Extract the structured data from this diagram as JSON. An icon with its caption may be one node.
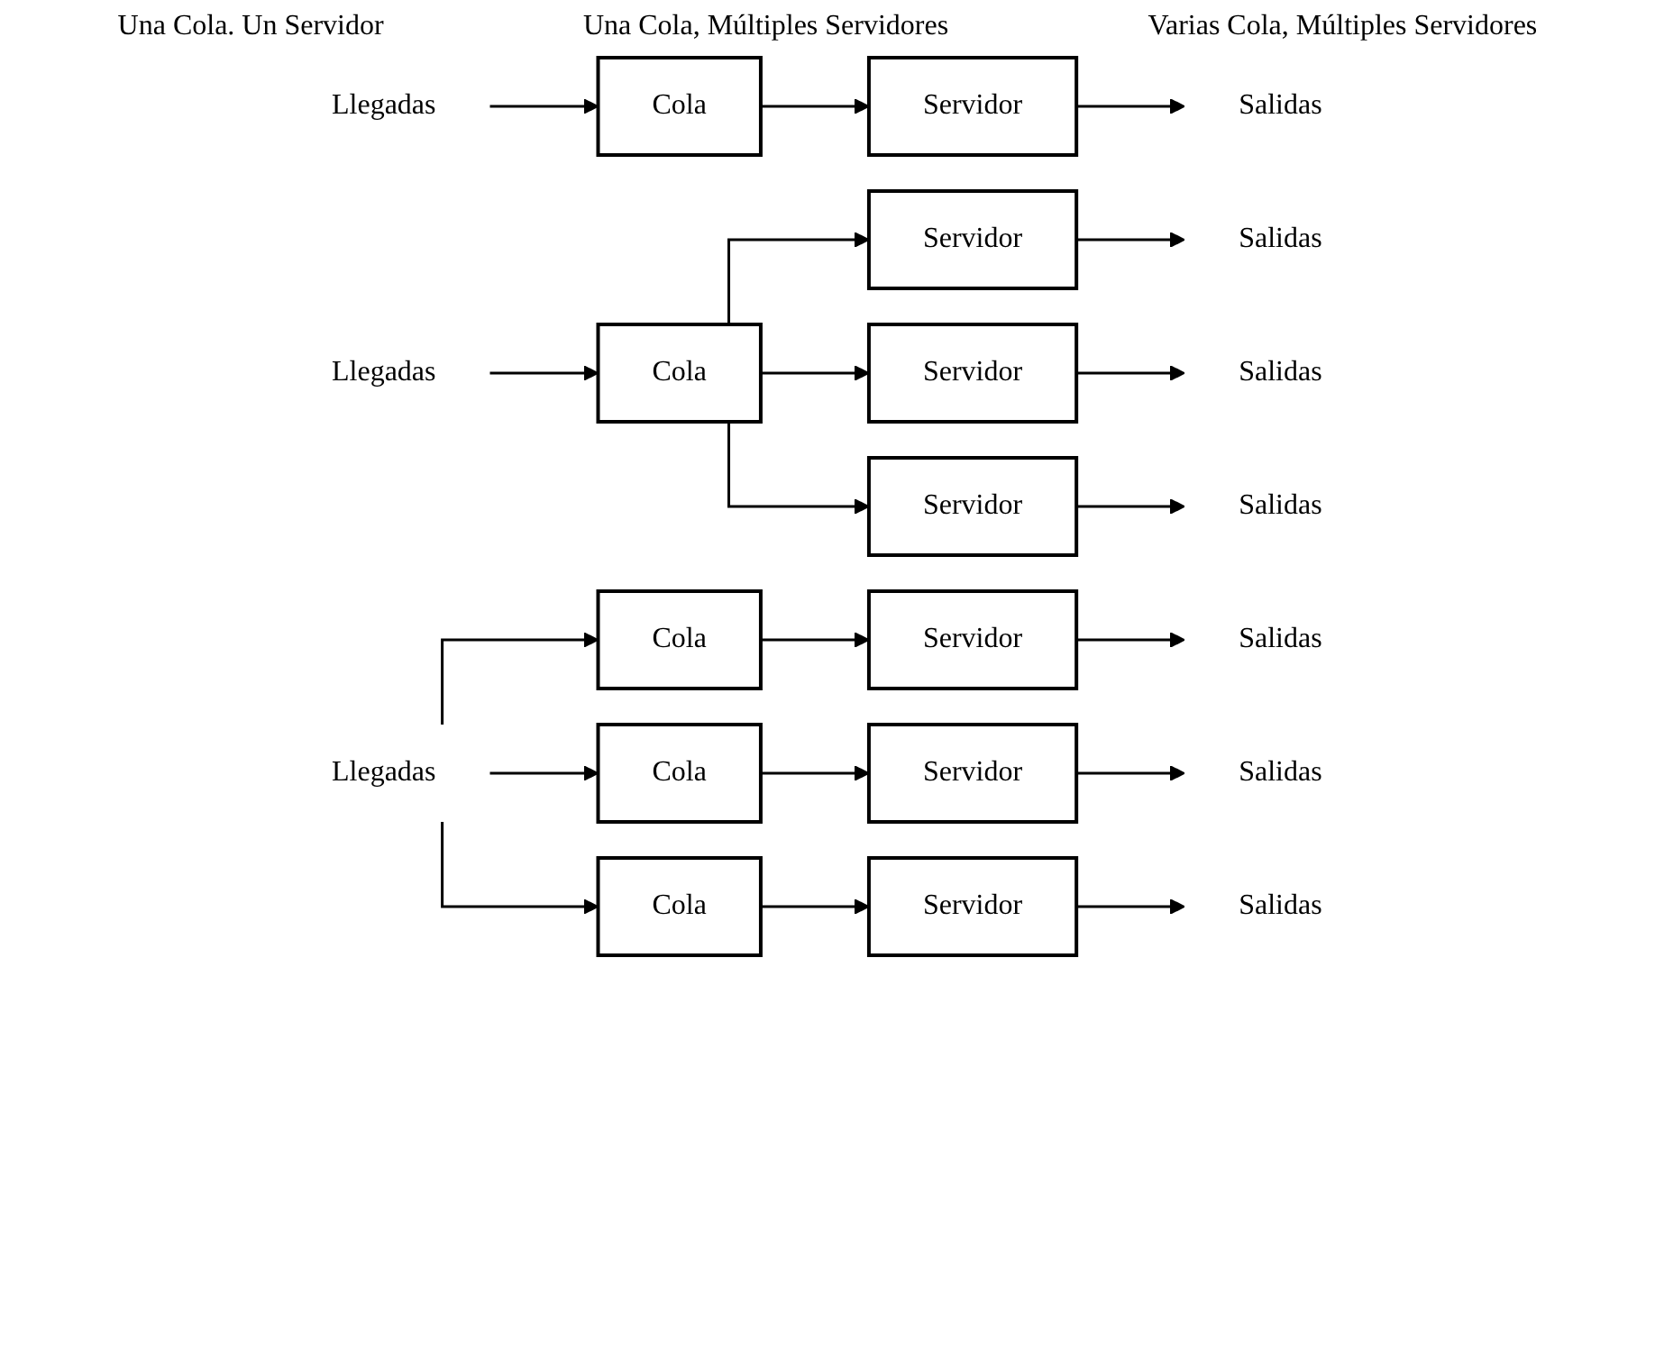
{
  "diagram": {
    "nodes": [
      {
        "text": [
          "Llegadas"
        ]
      },
      {
        "text": [
          "Cola"
        ]
      },
      {
        "text": [
          "Servidor"
        ]
      },
      {
        "text": [
          "Salidas"
        ]
      },
      {
        "text": [
          "Llegadas"
        ]
      },
      {
        "text": [
          "Cola"
        ]
      },
      {
        "text": [
          "Servidor"
        ]
      },
      {
        "text": [
          "Servidor"
        ]
      },
      {
        "text": [
          "Servidor"
        ]
      },
      {
        "text": [
          "Salidas"
        ]
      },
      {
        "text": [
          "Salidas"
        ]
      },
      {
        "text": [
          "Salidas"
        ]
      },
      {
        "text": [
          "Llegadas"
        ]
      },
      {
        "text": [
          "Cola"
        ]
      },
      {
        "text": [
          "Cola"
        ]
      },
      {
        "text": [
          "Cola"
        ]
      },
      {
        "text": [
          "Servidor"
        ]
      },
      {
        "text": [
          "Servidor"
        ]
      },
      {
        "text": [
          "Servidor"
        ]
      },
      {
        "text": [
          "Salidas"
        ]
      },
      {
        "text": [
          "Salidas"
        ]
      },
      {
        "text": [
          "Salidas"
        ]
      }
    ],
    "edges": [
      {
        "from": 0,
        "to": 1,
        "arrow": "to"
      },
      {
        "from": 1,
        "to": 2,
        "arrow": "to"
      },
      {
        "from": 2,
        "to": 3,
        "arrow": "to"
      },
      {
        "from": 4,
        "to": 5,
        "arrow": "to"
      },
      {
        "from": 5,
        "to": 6,
        "arrow": "to"
      },
      {
        "from": 5,
        "to": 7,
        "arrow": "to"
      },
      {
        "from": 5,
        "to": 8,
        "arrow": "to"
      },
      {
        "from": 6,
        "to": 9,
        "arrow": "to"
      },
      {
        "from": 7,
        "to": 10,
        "arrow": "to"
      },
      {
        "from": 8,
        "to": 11,
        "arrow": "to"
      },
      {
        "from": 12,
        "to": 13,
        "arrow": "to"
      },
      {
        "from": 12,
        "to": 14,
        "arrow": "to"
      },
      {
        "from": 12,
        "to": 15,
        "arrow": "to"
      },
      {
        "from": 13,
        "to": 16,
        "arrow": "to"
      },
      {
        "from": 14,
        "to": 17,
        "arrow": "to"
      },
      {
        "from": 15,
        "to": 18,
        "arrow": "to"
      },
      {
        "from": 16,
        "to": 19,
        "arrow": "to"
      },
      {
        "from": 17,
        "to": 20,
        "arrow": "to"
      },
      {
        "from": 18,
        "to": 21,
        "arrow": "to"
      }
    ],
    "labels": [
      "Una Cola. Un Servidor",
      "Una Cola, Múltiples Servidores",
      "Varias Cola, Múltiples Servidores"
    ]
  }
}
